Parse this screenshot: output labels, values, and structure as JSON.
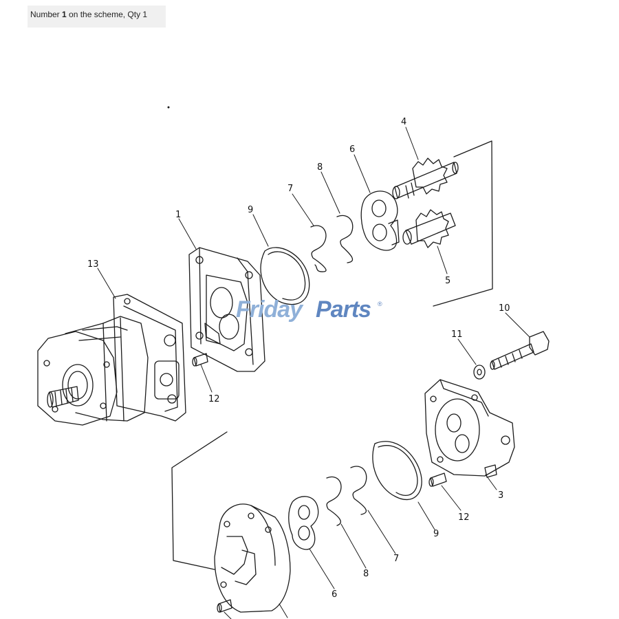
{
  "caption": {
    "prefix": "Number ",
    "number": "1",
    "suffix": " on the scheme, Qty 1"
  },
  "watermark": {
    "part1": "Friday",
    "part2": "Parts",
    "mark": "®",
    "colors": {
      "part1": "#8fb0d8",
      "part2": "#5f86c0"
    }
  },
  "callouts": {
    "c1": "1",
    "c3": "3",
    "c4": "4",
    "c5": "5",
    "c6a": "6",
    "c6b": "6",
    "c7a": "7",
    "c7b": "7",
    "c8a": "8",
    "c8b": "8",
    "c9a": "9",
    "c9b": "9",
    "c10": "10",
    "c11": "11",
    "c12a": "12",
    "c12b": "12",
    "c13": "13"
  },
  "colors": {
    "line": "#1a1a1a",
    "caption_bg": "#f0f0f0"
  }
}
